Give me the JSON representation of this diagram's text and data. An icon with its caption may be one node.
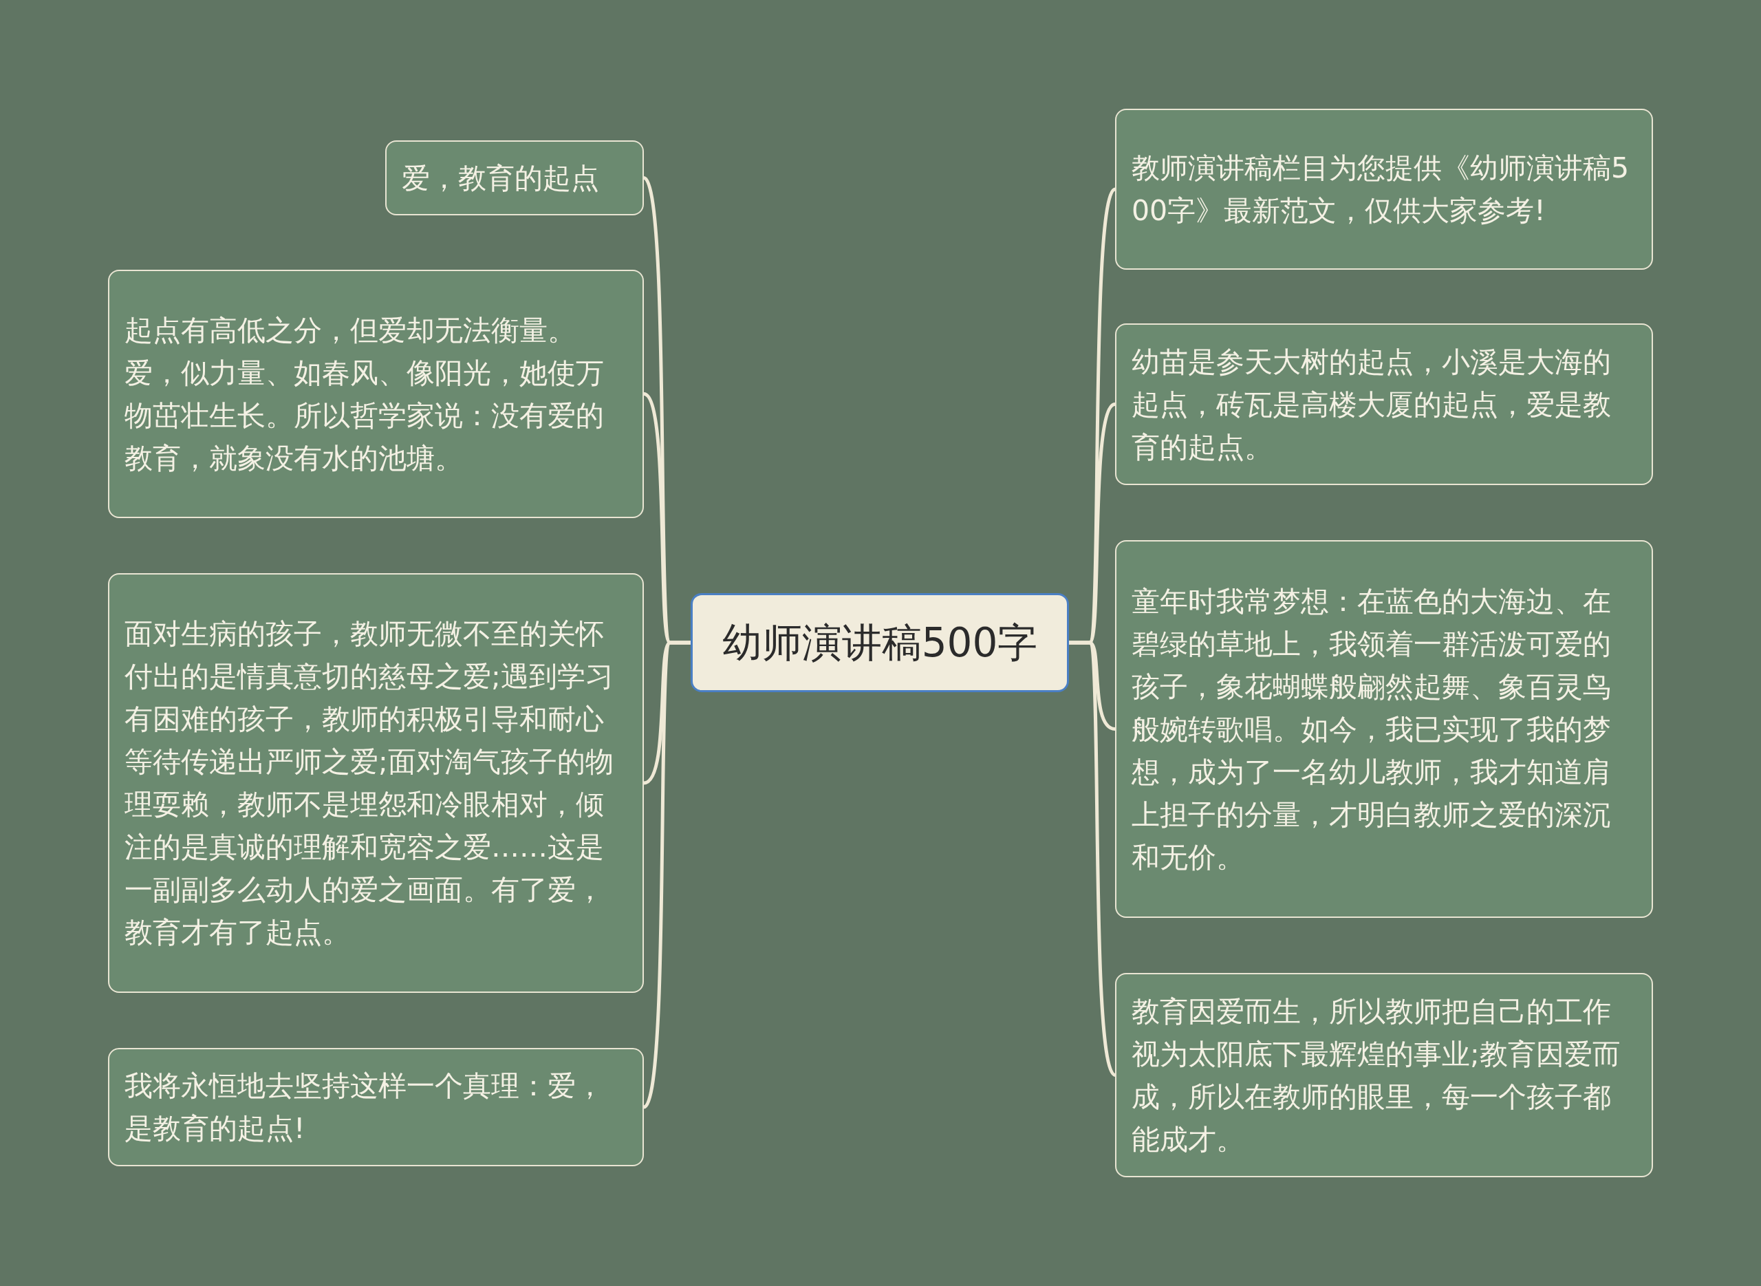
{
  "diagram": {
    "nodes": [
      {
        "text": [
          "幼师演讲稿500字"
        ]
      },
      {
        "text": [
          "爱，教育的起点"
        ]
      },
      {
        "text": [
          "起点有高低之分，但爱却无法衡量。爱，似力量、如春风、像阳光，她使万物茁壮生长。所以哲学家说：没有爱的教育，就象没有水的池塘。"
        ]
      },
      {
        "text": [
          "面对生病的孩子，教师无微不至的关怀付出的是情真意切的慈母之爱;遇到学习有困难的孩子，教师的积极引导和耐心等待传递出严师之爱;面对淘气孩子的物理耍赖，教师不是埋怨和冷眼相对，倾注的是真诚的理解和宽容之爱……这是一副副多么动人的爱之画面。有了爱，教育才有了起点。"
        ]
      },
      {
        "text": [
          "我将永恒地去坚持这样一个真理：爱，是教育的起点!"
        ]
      },
      {
        "text": [
          "教师演讲稿栏目为您提供《幼师演讲稿500字》最新范文，仅供大家参考!"
        ]
      },
      {
        "text": [
          "幼苗是参天大树的起点，小溪是大海的起点，砖瓦是高楼大厦的起点，爱是教育的起点。"
        ]
      },
      {
        "text": [
          "童年时我常梦想：在蓝色的大海边、在碧绿的草地上，我领着一群活泼可爱的孩子，象花蝴蝶般翩然起舞、象百灵鸟般婉转歌唱。如今，我已实现了我的梦想，成为了一名幼儿教师，我才知道肩上担子的分量，才明白教师之爱的深沉和无价。"
        ]
      },
      {
        "text": [
          "教育因爱而生，所以教师把自己的工作视为太阳底下最辉煌的事业;教育因爱而成，所以在教师的眼里，每一个孩子都能成才。"
        ]
      }
    ],
    "edges": [
      {
        "from": 0,
        "to": 1,
        "arrow": "none"
      },
      {
        "from": 0,
        "to": 2,
        "arrow": "none"
      },
      {
        "from": 0,
        "to": 3,
        "arrow": "none"
      },
      {
        "from": 0,
        "to": 4,
        "arrow": "none"
      },
      {
        "from": 0,
        "to": 5,
        "arrow": "none"
      },
      {
        "from": 0,
        "to": 6,
        "arrow": "none"
      },
      {
        "from": 0,
        "to": 7,
        "arrow": "none"
      },
      {
        "from": 0,
        "to": 8,
        "arrow": "none"
      }
    ]
  }
}
